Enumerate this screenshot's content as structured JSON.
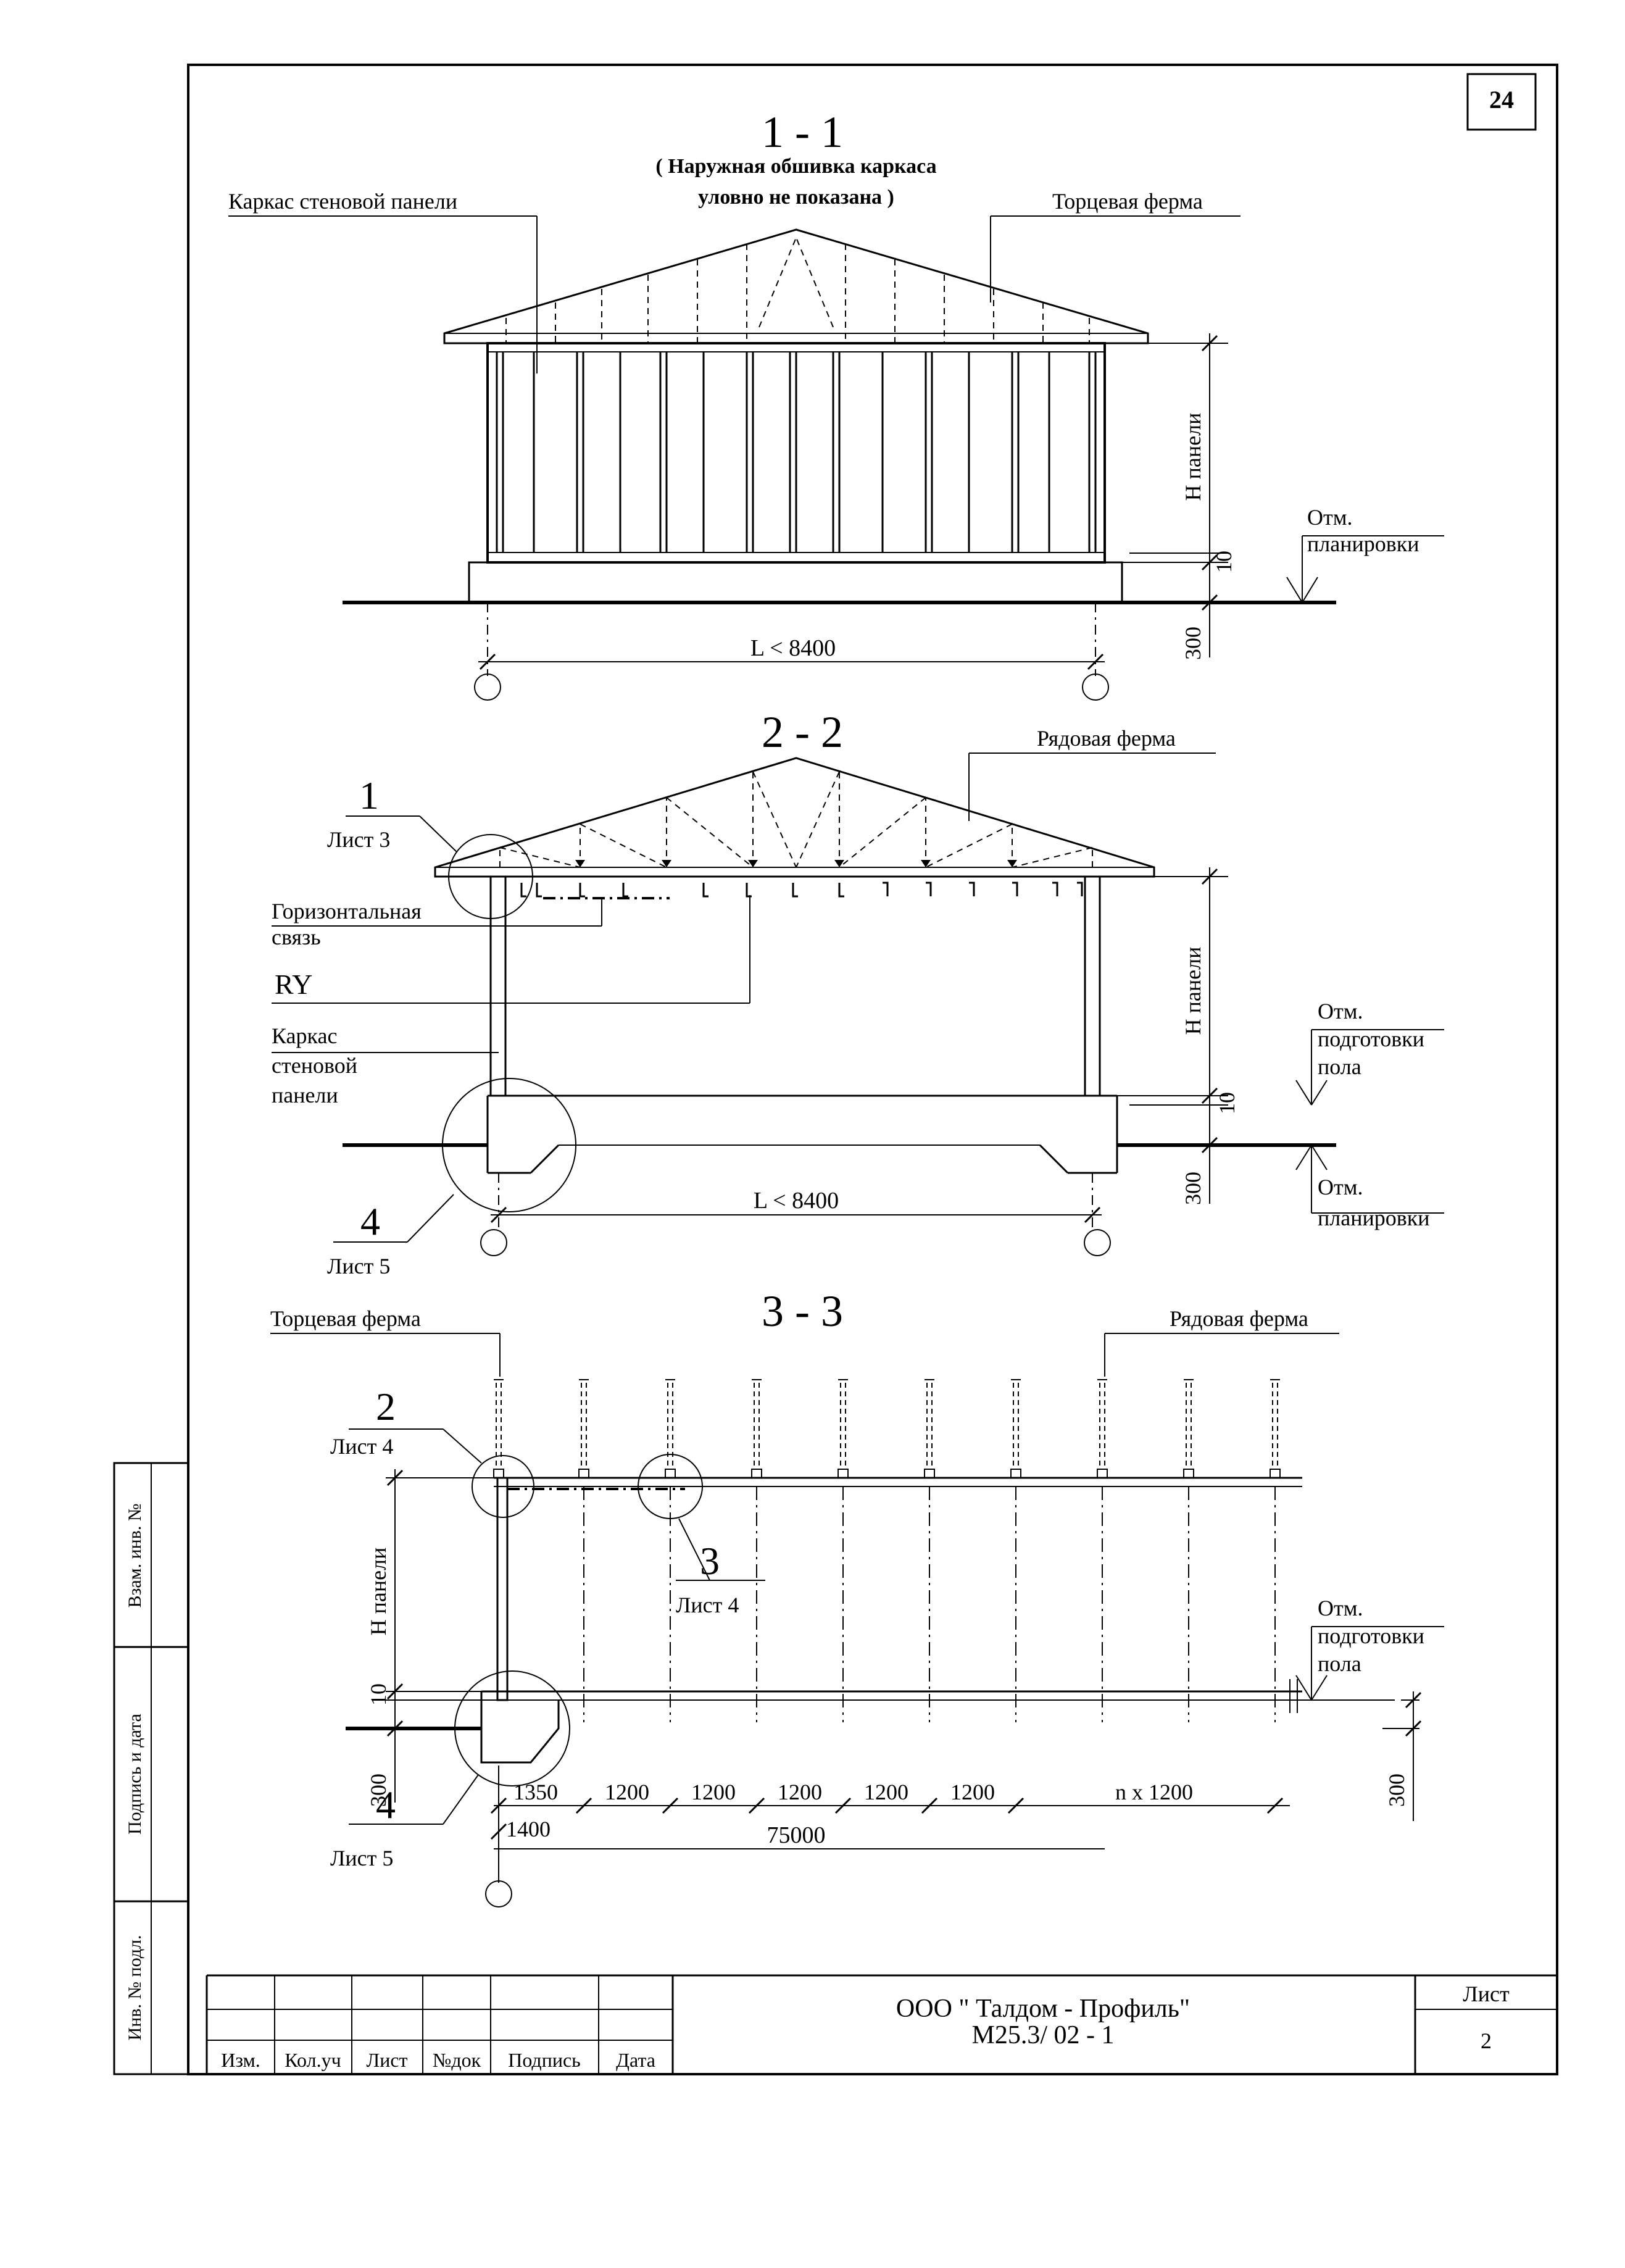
{
  "sheet_number_corner": "24",
  "section1": {
    "title": "1 - 1",
    "note_line1": "( Наружная обшивка каркаса",
    "note_line2": "уловно не показана )",
    "label_frame": "Каркас стеновой панели",
    "label_truss": "Торцевая ферма",
    "dim_h": "Н панели",
    "dim_10": "10",
    "dim_300": "300",
    "mark_line1": "Отм.",
    "mark_line2": "планировки",
    "dim_span": "L  < 8400"
  },
  "section2": {
    "title": "2 - 2",
    "label_truss": "Рядовая ферма",
    "callout1_num": "1",
    "callout1_sheet": "Лист 3",
    "label_brace_line1": "Горизонтальная",
    "label_brace_line2": "связь",
    "label_ry": "RY",
    "label_frame_line1": "Каркас",
    "label_frame_line2": "стеновой",
    "label_frame_line3": "панели",
    "callout4_num": "4",
    "callout4_sheet": "Лист 5",
    "dim_h": "Н панели",
    "dim_10": "10",
    "dim_300": "300",
    "mark_top_line1": "Отм.",
    "mark_top_line2": "подготовки",
    "mark_top_line3": "пола",
    "mark_bot_line1": "Отм.",
    "mark_bot_line2": "планировки",
    "dim_span": "L < 8400"
  },
  "section3": {
    "title": "3 - 3",
    "label_end_truss": "Торцевая ферма",
    "label_row_truss": "Рядовая ферма",
    "callout2_num": "2",
    "callout2_sheet": "Лист 4",
    "callout3_num": "3",
    "callout3_sheet": "Лист 4",
    "callout4_num": "4",
    "callout4_sheet": "Лист 5",
    "dim_h": "Н панели",
    "dim_10": "10",
    "dim_300_left": "300",
    "dim_300_right": "300",
    "mark_line1": "Отм.",
    "mark_line2": "подготовки",
    "mark_line3": "пола",
    "dims": [
      "1350",
      "1200",
      "1200",
      "1200",
      "1200",
      "1200",
      "n x 1200"
    ],
    "dim_1400": "1400",
    "dim_total": "75000"
  },
  "side_stamp": {
    "inv_replace": "Взам. инв. №",
    "signature_date": "Подпись и дата",
    "inv_original": "Инв. № подл."
  },
  "title_block": {
    "company": "ООО \" Талдом - Профиль\"",
    "doc_code": "М25.3/ 02 - 1",
    "sheet_label": "Лист",
    "sheet_number": "2",
    "col_change": "Изм.",
    "col_count": "Кол.уч",
    "col_sheet": "Лист",
    "col_doc": "№док",
    "col_sign": "Подпись",
    "col_date": "Дата"
  }
}
